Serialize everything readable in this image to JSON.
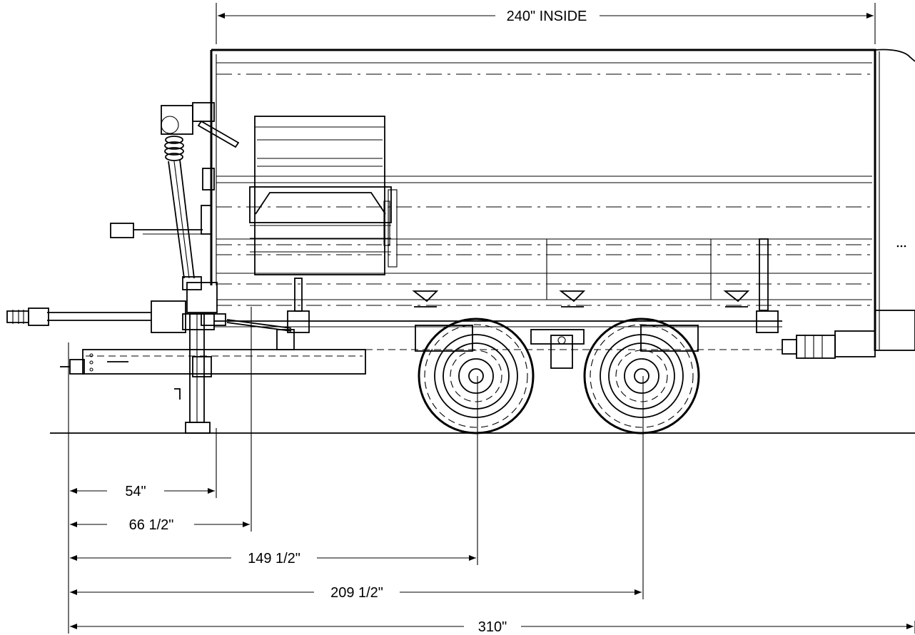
{
  "dimensions": {
    "inside_length": "240\" INSIDE",
    "jack_distance": "54\"",
    "front_distance": "66 1/2\"",
    "front_axle": "149 1/2\"",
    "rear_axle": "209 1/2\"",
    "overall_length": "310\""
  }
}
